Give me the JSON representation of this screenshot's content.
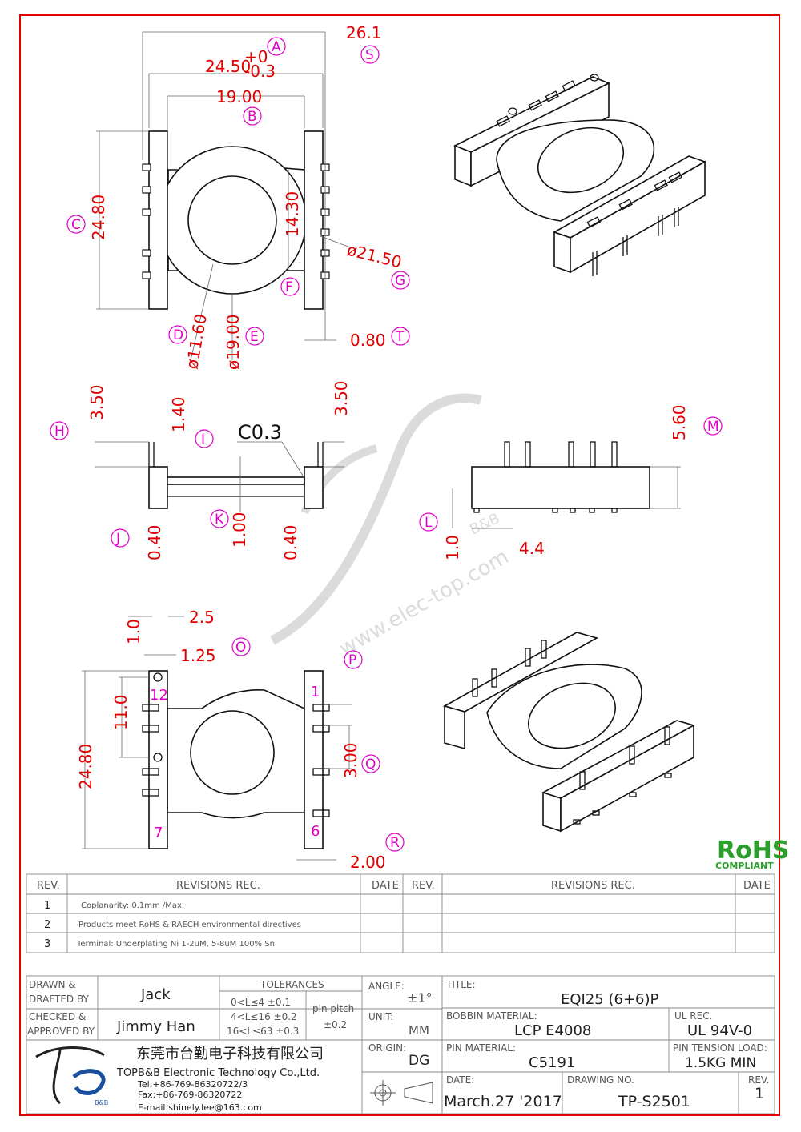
{
  "dimensions": {
    "A": "A",
    "S": "S",
    "B": "B",
    "C": "C",
    "D": "D",
    "E": "E",
    "F": "F",
    "G": "G",
    "T": "T",
    "H": "H",
    "I": "I",
    "J": "J",
    "K": "K",
    "L": "L",
    "M": "M",
    "O": "O",
    "P": "P",
    "Q": "Q",
    "R": "R",
    "overall_width": "26.1",
    "width_main": "24.50",
    "width_tol_upper": "+0",
    "width_tol_lower": "-0.3",
    "inner_width": "19.00",
    "height": "24.80",
    "inner_height": "14.30",
    "diameter_outer": "ø21.50",
    "diameter_inner": "ø11.60",
    "diameter_mid": "ø19.00",
    "wall": "0.80",
    "side_h_left": "3.50",
    "side_thk": "1.40",
    "chamfer": "C0.3",
    "side_h_right": "3.50",
    "base_left": "0.40",
    "base_mid": "1.00",
    "base_right": "0.40",
    "pin_len": "1.0",
    "pin_pitch_side": "4.4",
    "body_h": "5.60",
    "btm_top": "1.0",
    "btm_off1": "2.5",
    "btm_off2": "1.25",
    "btm_span": "11.0",
    "btm_height": "24.80",
    "btm_pitch": "3.00",
    "btm_width": "2.00"
  },
  "pins": {
    "p12": "12",
    "p1": "1",
    "p7": "7",
    "p6": "6"
  },
  "watermark": {
    "site": "www.elec-top.com",
    "brand": "B&B"
  },
  "rohs": {
    "title": "RoHS",
    "subtitle": "COMPLIANT"
  },
  "revisions": {
    "headers": {
      "rev": "REV.",
      "rec": "REVISIONS  REC.",
      "date": "DATE",
      "rev2": "REV.",
      "rec2": "REVISIONS  REC.",
      "date2": "DATE"
    },
    "rows": [
      {
        "rev": "1",
        "text": "Coplanarity: 0.1mm /Max."
      },
      {
        "rev": "2",
        "text": "Products meet RoHS & RAECH environmental directives"
      },
      {
        "rev": "3",
        "text": "Terminal: Underplating Ni 1-2uM, 5-8uM 100% Sn"
      }
    ]
  },
  "title_block": {
    "drawn_label1": "DRAWN &",
    "drawn_label2": "DRAFTED BY",
    "drawn_value": "Jack",
    "checked_label1": "CHECKED &",
    "checked_label2": "APPROVED BY",
    "checked_value": "Jimmy Han",
    "tolerances_label": "TOLERANCES",
    "tol1": "0<L≤4   ±0.1",
    "tol2": "4<L≤16  ±0.2",
    "tol3": "16<L≤63 ±0.3",
    "pin_pitch_label1": "pin pitch",
    "pin_pitch_value": "±0.2",
    "angle_label": "ANGLE:",
    "angle_value": "±1°",
    "unit_label": "UNIT:",
    "unit_value": "MM",
    "origin_label": "ORIGIN:",
    "origin_value": "DG",
    "title_label": "TITLE:",
    "title_value": "EQI25 (6+6)P",
    "bobbin_label": "BOBBIN MATERIAL:",
    "bobbin_value": "LCP E4008",
    "ul_label": "UL REC.",
    "ul_value": "UL 94V-0",
    "pin_mat_label": "PIN MATERIAL:",
    "pin_mat_value": "C5191",
    "tension_label": "PIN TENSION LOAD:",
    "tension_value": "1.5KG   MIN",
    "date_label": "DATE:",
    "date_value": "March.27 '2017",
    "drawing_label": "DRAWING NO.",
    "drawing_value": "TP-S2501",
    "rev_label": "REV.",
    "rev_value": "1",
    "company_cn": "东莞市台勤电子科技有限公司",
    "company_en": "TOPB&B Electronic Technology Co.,Ltd.",
    "tel": "Tel:+86-769-86320722/3",
    "fax": "Fax:+86-769-86320722",
    "email": "E-mail:shinely.lee@163.com",
    "logo_text": "B&B"
  },
  "colors": {
    "frame": "#e00000",
    "dimension": "#e00000",
    "marker": "#e000c8",
    "rohs": "#2aa02a"
  }
}
